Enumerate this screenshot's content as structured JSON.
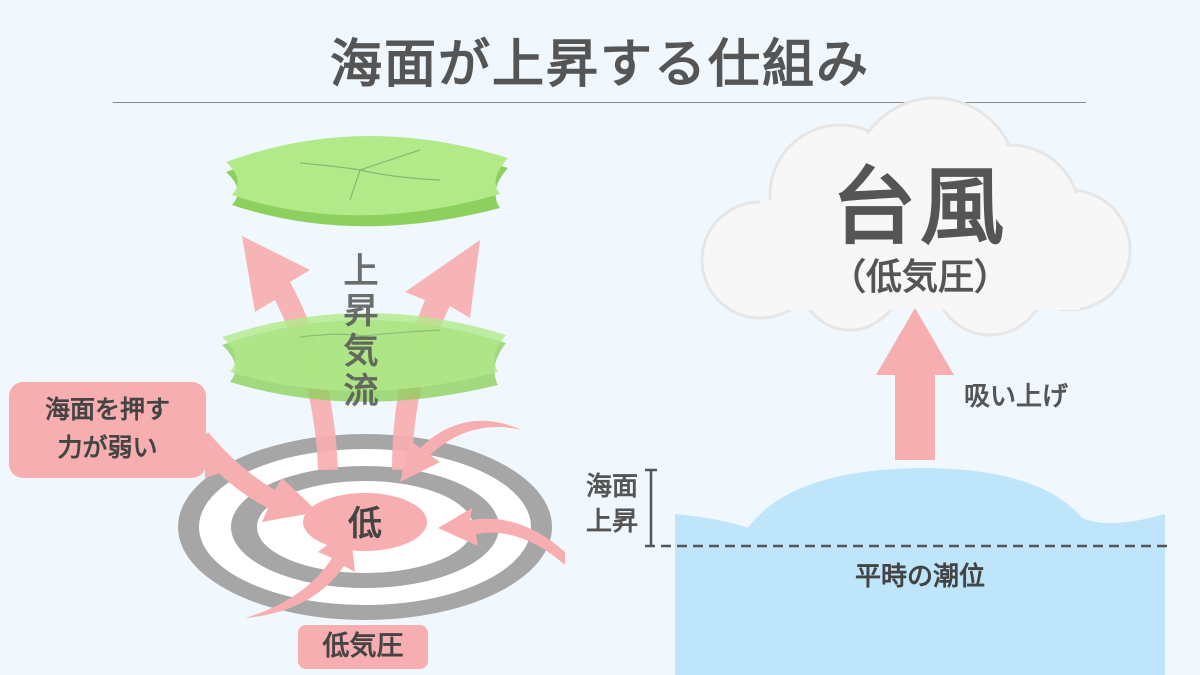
{
  "title": "海面が上昇する仕組み",
  "left": {
    "updraft_label": "上昇気流",
    "push_label_line1": "海面を押す",
    "push_label_line2": "力が弱い",
    "low_center": "低",
    "low_pressure_label": "低気圧"
  },
  "right": {
    "typhoon": "台風",
    "typhoon_sub": "（低気圧）",
    "suction_label": "吸い上げ",
    "rise_label_line1": "海面",
    "rise_label_line2": "上昇",
    "normal_tide_label": "平時の潮位"
  },
  "colors": {
    "background": "#f0f7fd",
    "arrow_pink": "#f7aeb0",
    "lid_green": "#b2ea8a",
    "lid_green_dark": "#8ed05e",
    "sea_blue": "#bfe5fb",
    "ring_gray": "#a6a6a6",
    "cloud_white": "#f7f7f7"
  },
  "icons": [
    "updraft-arrow",
    "inflow-arrow",
    "suction-arrow",
    "cloud-icon",
    "sea-lid"
  ]
}
